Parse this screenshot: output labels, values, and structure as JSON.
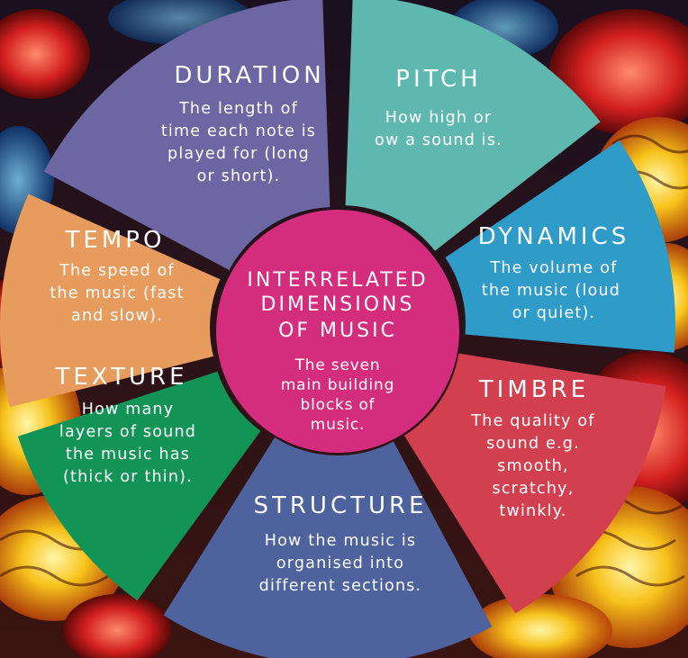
{
  "colors": {
    "duration": "#6C66A2",
    "pitch": "#5FB8AF",
    "dynamics": "#2F9BC9",
    "timbre": "#D2404F",
    "structure": "#4E629E",
    "texture": "#139457",
    "tempo": "#E79C5E",
    "center": "#D42D7D"
  },
  "center": {
    "title_lines": [
      "INTERRELATED",
      "DIMENSIONS",
      "OF MUSIC"
    ],
    "text_lines": [
      "The seven",
      "main building",
      "blocks of",
      "music."
    ]
  },
  "segments": {
    "duration": {
      "title": "DURATION",
      "lines": [
        "The length of",
        "time each note is",
        "played for (long",
        "or short)."
      ]
    },
    "pitch": {
      "title": "PITCH",
      "lines": [
        "How high or",
        "ow a sound is."
      ]
    },
    "dynamics": {
      "title": "DYNAMICS",
      "lines": [
        "The volume of",
        "the music (loud",
        "or quiet)."
      ]
    },
    "timbre": {
      "title": "TIMBRE",
      "lines": [
        "The quality of",
        "sound e.g.",
        "smooth,",
        "scratchy,",
        "twinkly."
      ]
    },
    "structure": {
      "title": "STRUCTURE",
      "lines": [
        "How the music is",
        "organised into",
        "different sections."
      ]
    },
    "texture": {
      "title": "TEXTURE",
      "lines": [
        "How many",
        "layers of sound",
        "the music has",
        "(thick or thin)."
      ]
    },
    "tempo": {
      "title": "TEMPO",
      "lines": [
        "The speed of",
        "the music (fast",
        "and slow)."
      ]
    }
  }
}
